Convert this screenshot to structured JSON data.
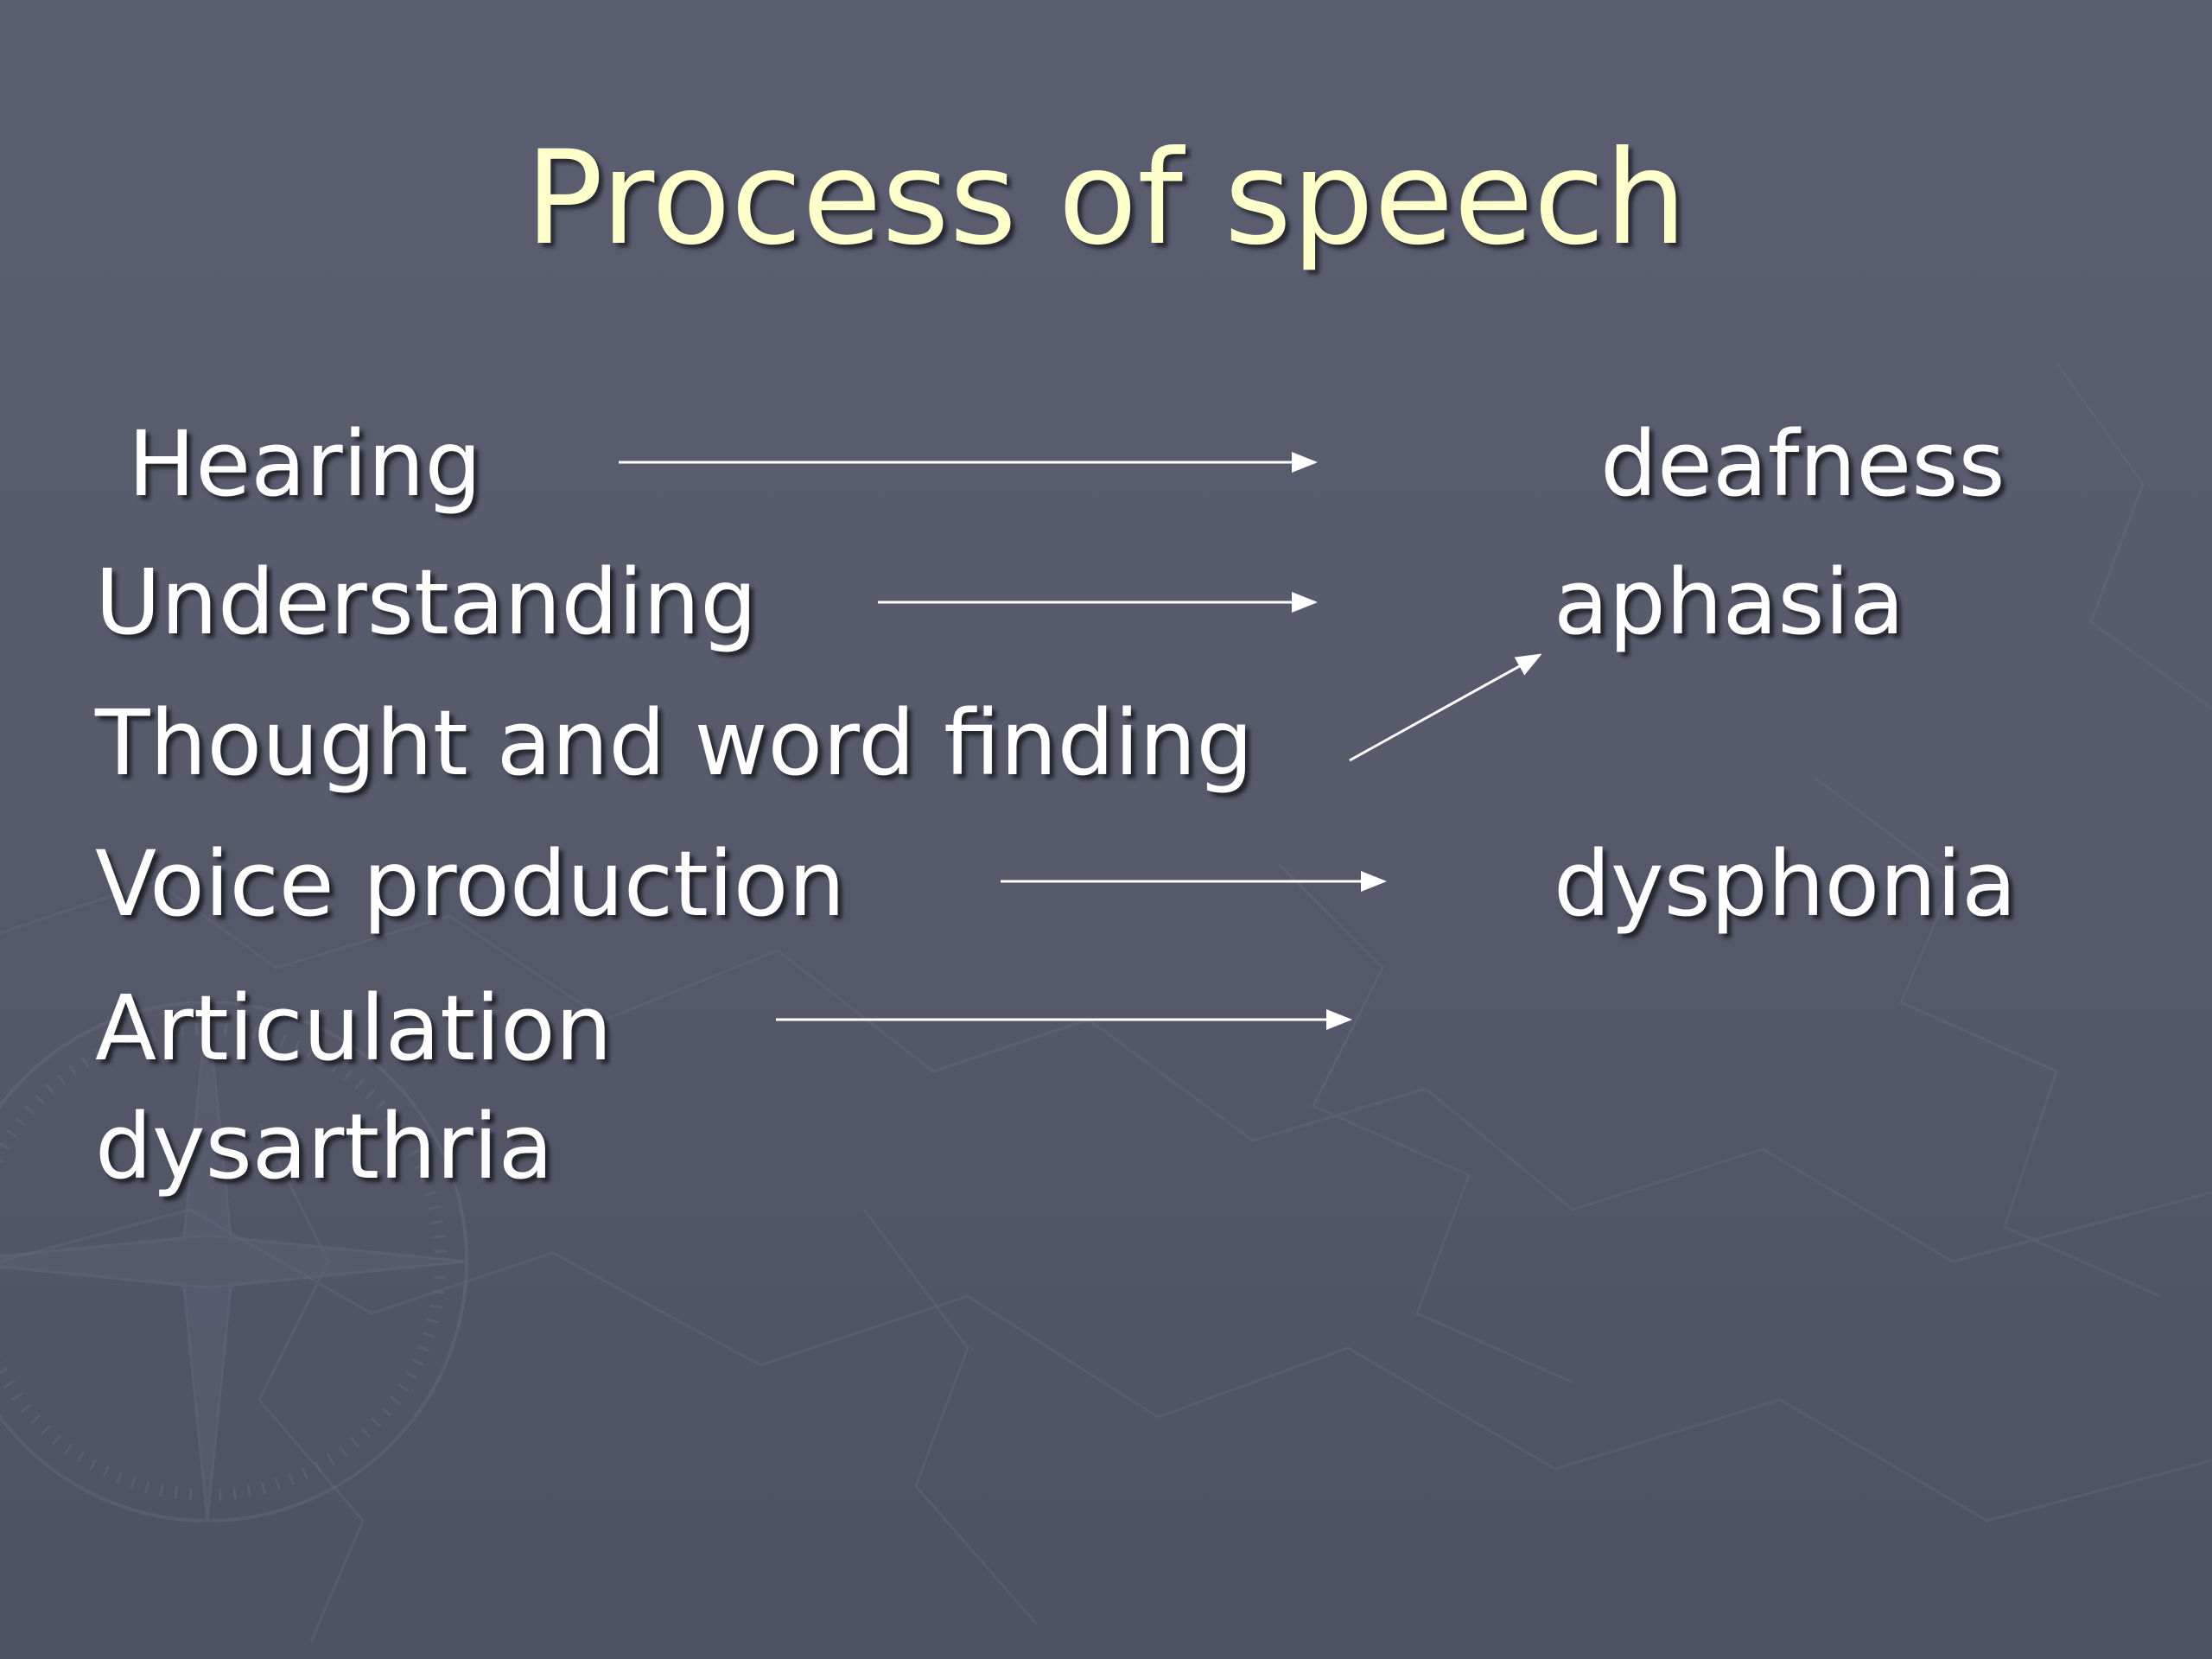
{
  "slide": {
    "title": "Process of speech",
    "stages": [
      "Hearing",
      "Understanding",
      "Thought and word finding",
      "Voice production",
      "Articulation"
    ],
    "disorders": {
      "hearing": "deafness",
      "language": "aphasia",
      "voice": "dysphonia",
      "articulation": "dysarthria"
    },
    "colors": {
      "title": "#ffffcc",
      "text": "#ffffff",
      "background": "#575a6b"
    }
  }
}
